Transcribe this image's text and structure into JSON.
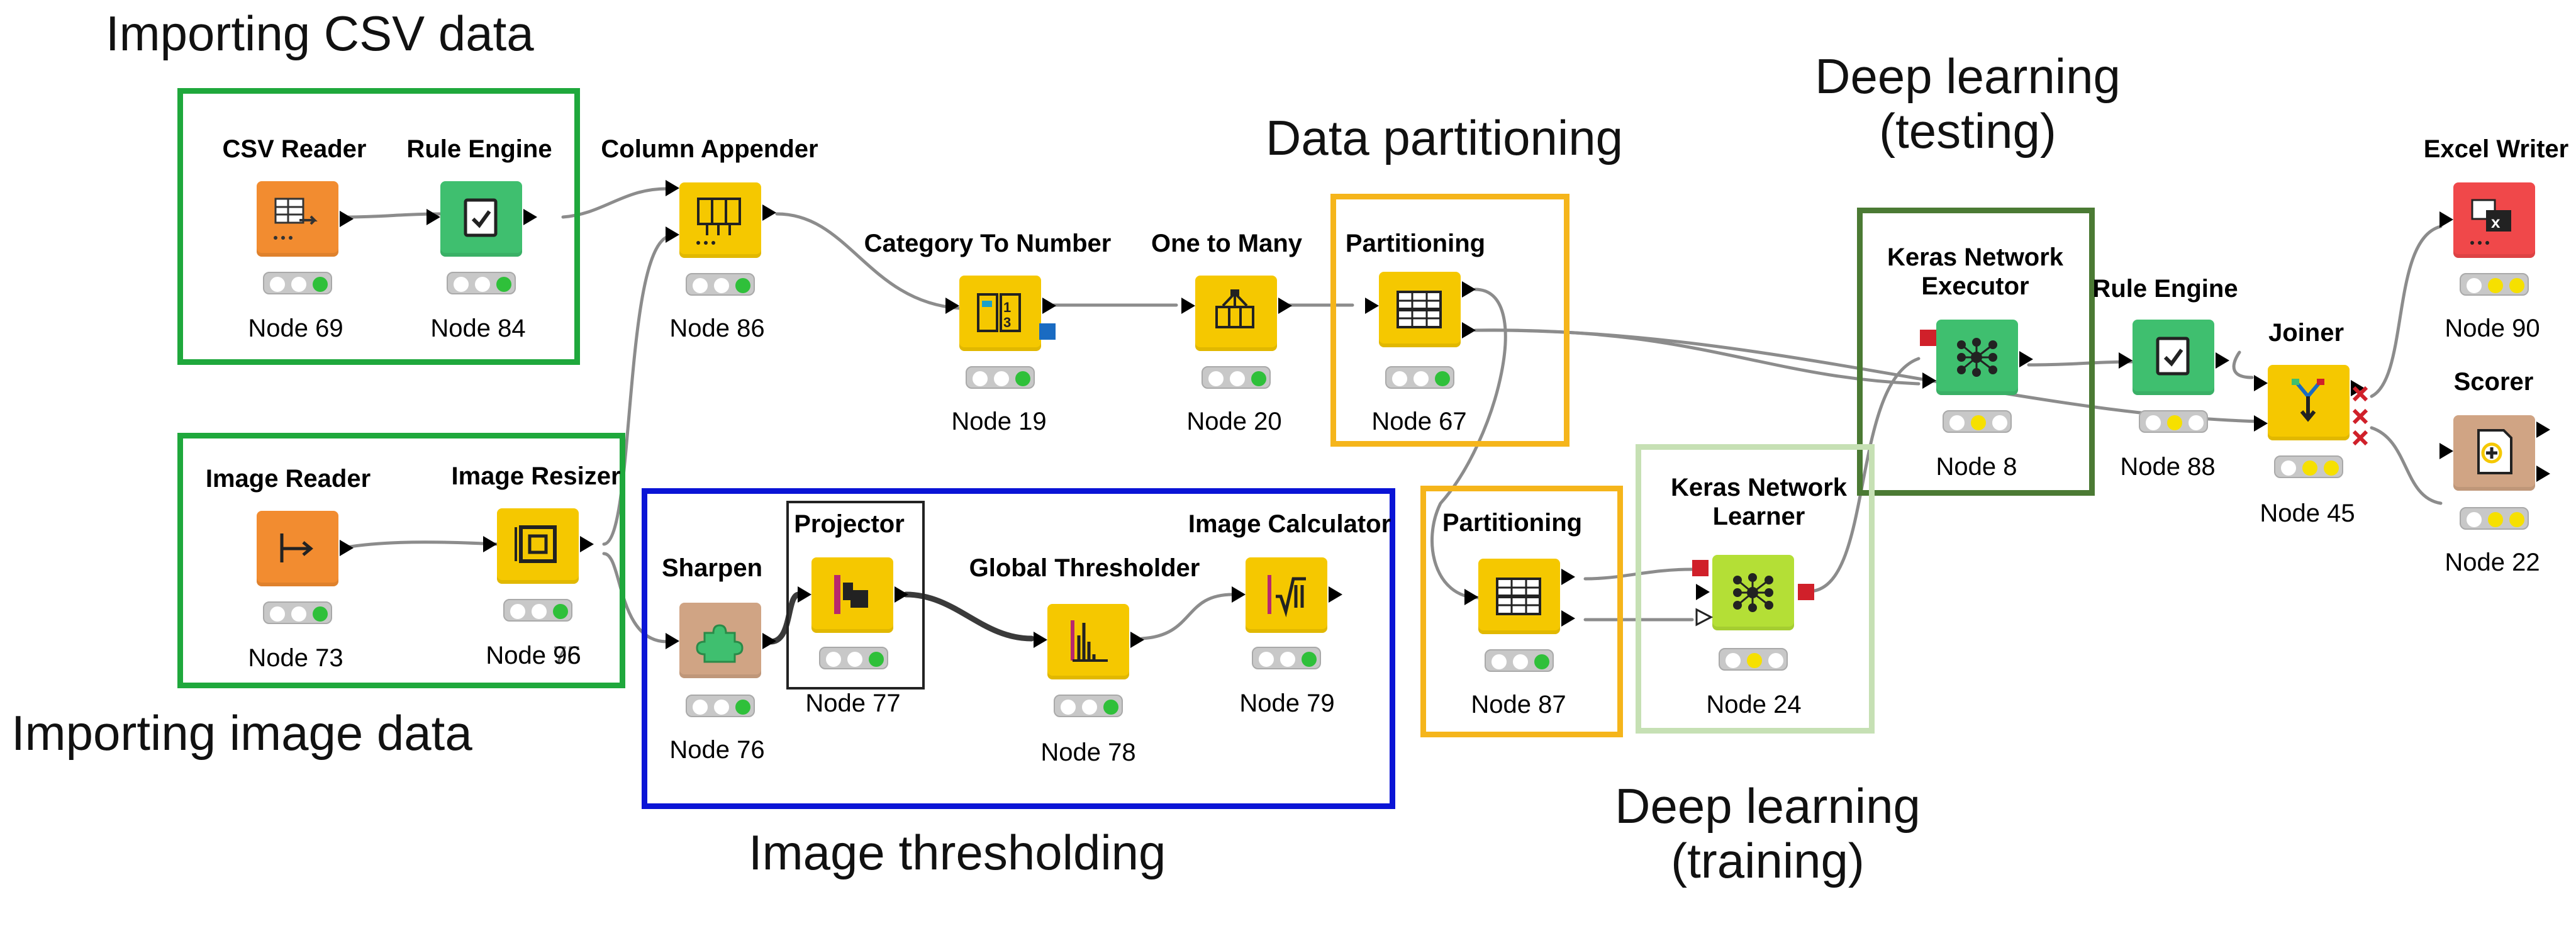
{
  "annotations": {
    "importing_csv": "Importing CSV data",
    "importing_image": "Importing image data",
    "image_thresholding": "Image thresholding",
    "data_partitioning": "Data partitioning",
    "dl_testing_line1": "Deep learning",
    "dl_testing_line2": "(testing)",
    "dl_training_line1": "Deep learning",
    "dl_training_line2": "(training)"
  },
  "nodes": {
    "csv_reader": {
      "title": "CSV Reader",
      "label": "Node 69",
      "color": "#f28c30",
      "icon": "table-arrow-icon"
    },
    "rule_engine_84": {
      "title": "Rule Engine",
      "label": "Node 84",
      "color": "#3fbf6f",
      "icon": "check-document-icon"
    },
    "column_appender": {
      "title": "Column Appender",
      "label": "Node 86",
      "color": "#f5c800",
      "icon": "columns-icon"
    },
    "category_to_number": {
      "title": "Category To Number",
      "label": "Node 19",
      "color": "#f5c800",
      "icon": "category-number-icon"
    },
    "one_to_many": {
      "title": "One to Many",
      "label": "Node 20",
      "color": "#f5c800",
      "icon": "one-to-many-icon"
    },
    "partitioning_67": {
      "title": "Partitioning",
      "label": "Node 67",
      "color": "#f5c800",
      "icon": "partition-grid-icon"
    },
    "keras_executor": {
      "title_line1": "Keras Network",
      "title_line2": "Executor",
      "label": "Node 8",
      "color": "#3fbf6f",
      "icon": "neural-network-icon"
    },
    "rule_engine_88": {
      "title": "Rule Engine",
      "label": "Node 88",
      "color": "#3fbf6f",
      "icon": "check-document-icon"
    },
    "joiner": {
      "title": "Joiner",
      "label": "Node 45",
      "color": "#f5c800",
      "icon": "joiner-icon"
    },
    "excel_writer": {
      "title": "Excel Writer",
      "label": "Node 90",
      "color": "#f0484a",
      "icon": "excel-icon"
    },
    "scorer": {
      "title": "Scorer",
      "label": "Node 22",
      "color": "#d0a484",
      "icon": "scorer-icon"
    },
    "image_reader": {
      "title": "Image Reader",
      "label": "Node 73",
      "color": "#f28c30",
      "icon": "image-reader-icon"
    },
    "image_resizer": {
      "title": "Image Resizer",
      "label": "Node 96",
      "label_overlap": "Node 75",
      "color": "#f5c800",
      "icon": "resize-icon"
    },
    "sharpen": {
      "title": "Sharpen",
      "label": "Node 76",
      "color": "#d0a484",
      "icon": "puzzle-icon"
    },
    "projector": {
      "title": "Projector",
      "label": "Node 77",
      "color": "#f5c800",
      "icon": "projector-icon"
    },
    "global_thresholder": {
      "title": "Global Thresholder",
      "label": "Node 78",
      "color": "#f5c800",
      "icon": "histogram-icon"
    },
    "image_calculator": {
      "title": "Image Calculator",
      "label": "Node 79",
      "color": "#f5c800",
      "icon": "sqrt-icon"
    },
    "partitioning_87": {
      "title": "Partitioning",
      "label": "Node 87",
      "color": "#f5c800",
      "icon": "partition-grid-icon"
    },
    "keras_learner": {
      "title_line1": "Keras Network",
      "title_line2": "Learner",
      "label": "Node 24",
      "color": "#b4df36",
      "icon": "neural-network-icon"
    }
  },
  "colors": {
    "green_box": "#1fa83c",
    "blue_box": "#0a14d6",
    "orange_box": "#f5b51b",
    "dark_green_box": "#4b7a34",
    "light_green_box": "#c6e0b4",
    "status_green": "#2fc03a",
    "status_yellow": "#f6e000",
    "connection": "#8c8c8c",
    "port_red": "#d0202a",
    "port_blue": "#1a6bc2"
  }
}
